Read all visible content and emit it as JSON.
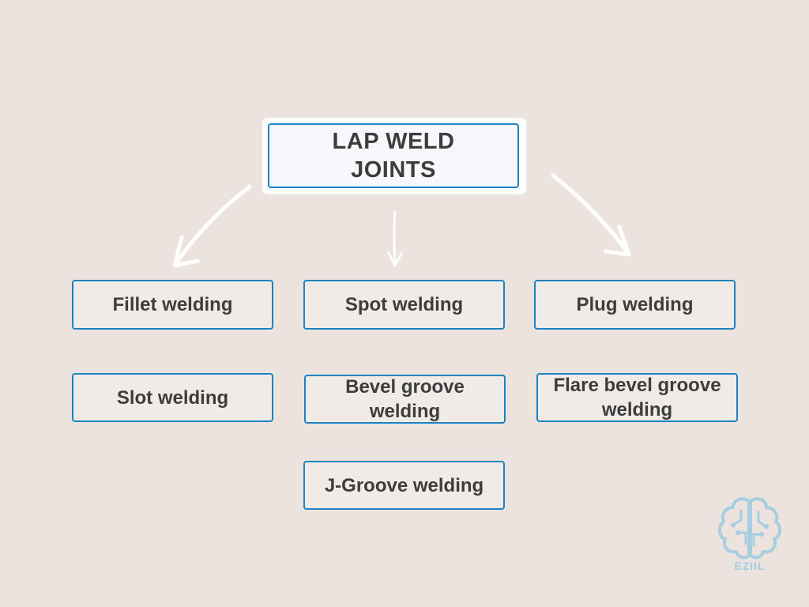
{
  "title": {
    "line1": "LAP WELD",
    "line2": "JOINTS"
  },
  "nodes": {
    "fillet": "Fillet welding",
    "spot": "Spot welding",
    "plug": "Plug welding",
    "slot": "Slot welding",
    "bevel": "Bevel groove welding",
    "flare": "Flare bevel groove welding",
    "jgroove": "J-Groove welding"
  },
  "logo": {
    "text": "EZIIL",
    "icon": "brain-icon",
    "color": "#a6cde0"
  },
  "colors": {
    "background": "#ece3de",
    "border": "#1d84c2",
    "text": "#3d3d3d",
    "arrow": "#ffffff"
  }
}
